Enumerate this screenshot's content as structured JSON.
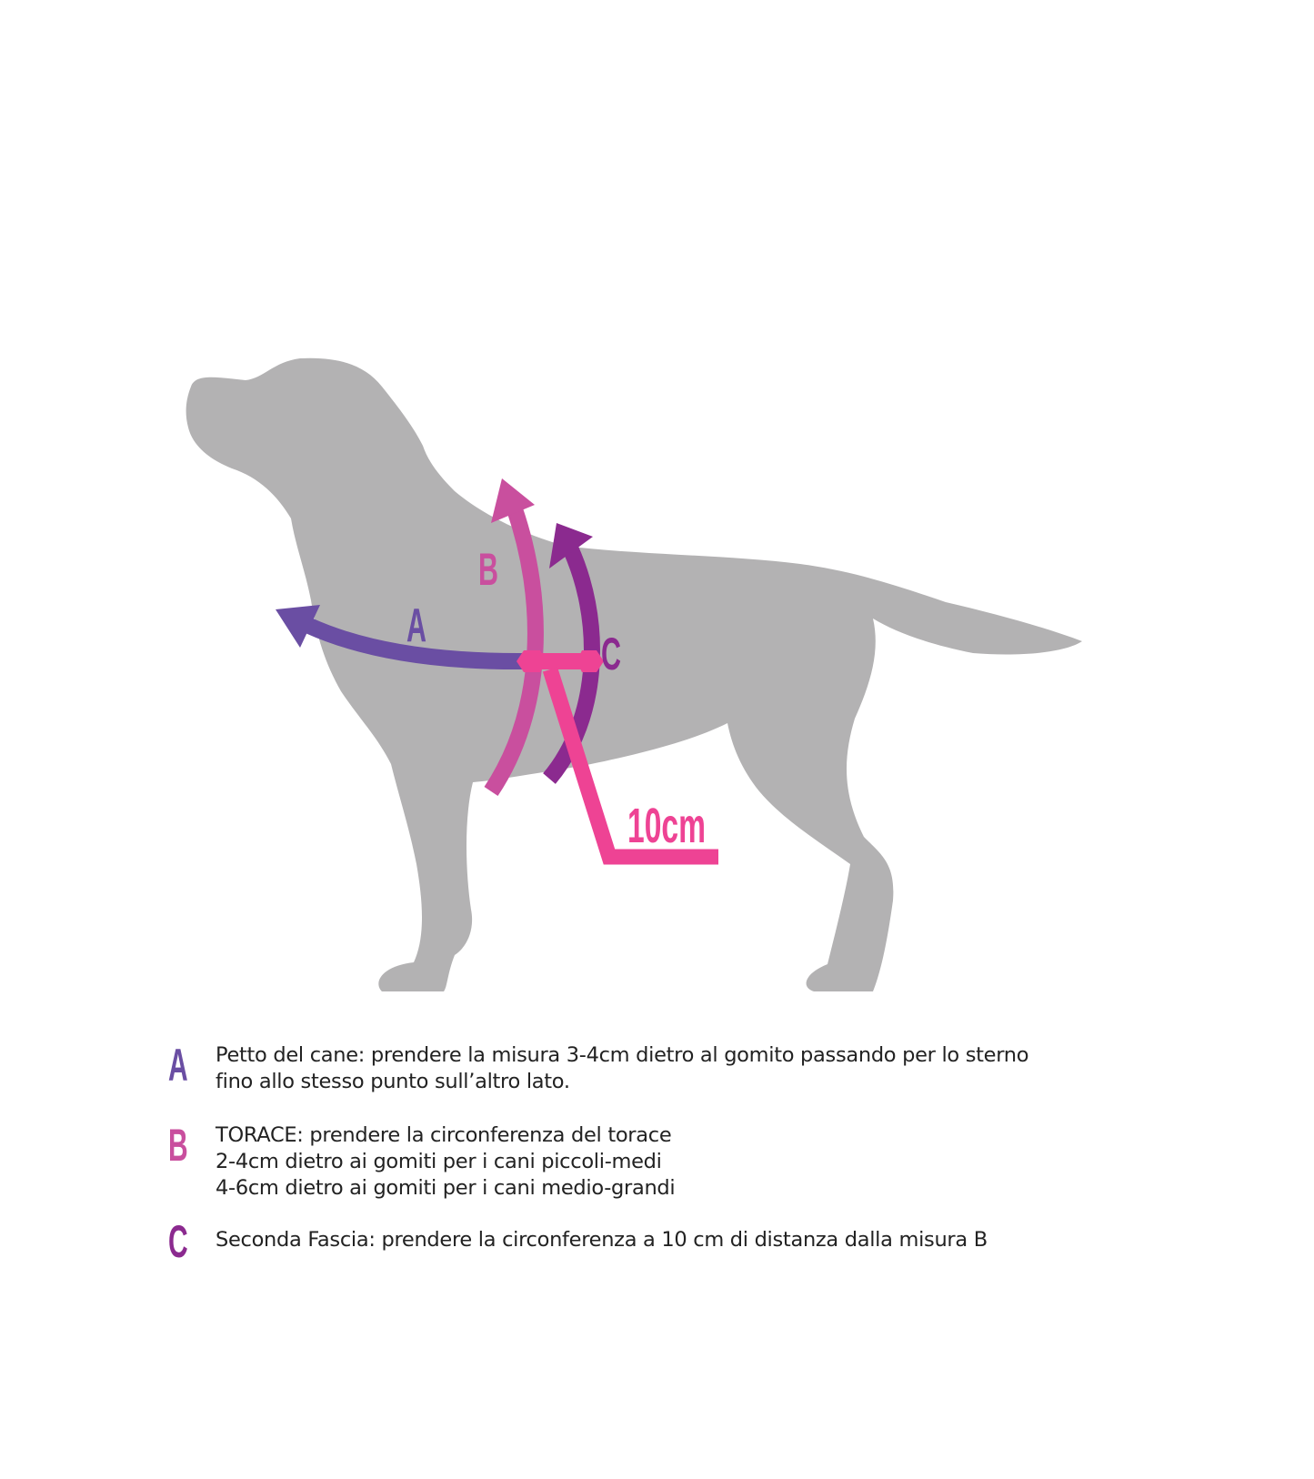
{
  "colors": {
    "A": "#6a4ea3",
    "B": "#c94f9e",
    "C": "#8b2a8f",
    "ruler": "#ee4394",
    "dog": "#b3b2b3"
  },
  "diagram": {
    "labels": {
      "A": "A",
      "B": "B",
      "C": "C",
      "distance": "10cm"
    }
  },
  "legend": [
    {
      "letter": "A",
      "lines": [
        "Petto del cane: prendere la misura 3-4cm dietro al gomito passando per lo sterno",
        "fino allo stesso punto sull’altro lato."
      ]
    },
    {
      "letter": "B",
      "lines": [
        "TORACE: prendere la circonferenza del torace",
        "2-4cm dietro ai gomiti per i cani piccoli-medi",
        "4-6cm dietro ai gomiti per i cani medio-grandi"
      ]
    },
    {
      "letter": "C",
      "lines": [
        "Seconda Fascia: prendere la circonferenza a 10 cm di distanza dalla misura B"
      ]
    }
  ]
}
